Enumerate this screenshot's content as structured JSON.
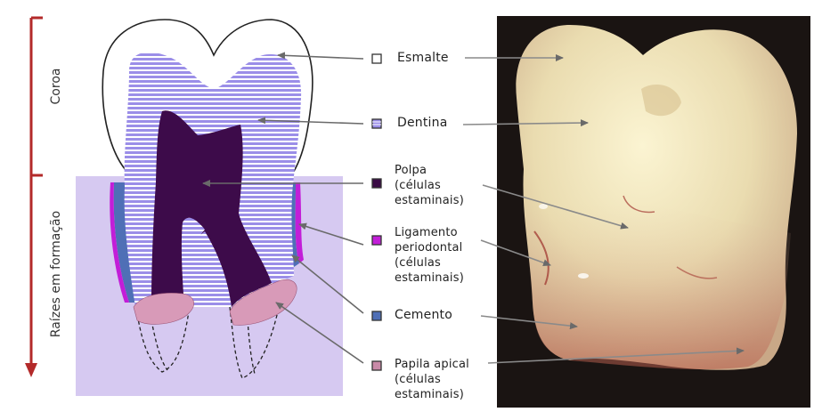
{
  "side_labels": {
    "crown": "Coroa",
    "roots": "Raízes em formação"
  },
  "legend": [
    {
      "id": "enamel",
      "lines": [
        "Esmalte"
      ],
      "color": "#ffffff"
    },
    {
      "id": "dentin",
      "lines": [
        "Dentina"
      ],
      "color": "#9b8ee8"
    },
    {
      "id": "pulp",
      "lines": [
        "Polpa",
        "(células",
        "estaminais)"
      ],
      "color": "#3a0a45"
    },
    {
      "id": "ligament",
      "lines": [
        "Ligamento",
        "periodontal",
        "(células",
        "estaminais)"
      ],
      "color": "#c21ed8"
    },
    {
      "id": "cementum",
      "lines": [
        "Cemento"
      ],
      "color": "#4f6fb6"
    },
    {
      "id": "papilla",
      "lines": [
        "Papila apical",
        "(células",
        "estaminais)"
      ],
      "color": "#c98aa8"
    }
  ],
  "colors": {
    "bracket": "#b32a2a",
    "root_zone": "#d6c9f1",
    "dentin": "#9b8ee8",
    "pulp": "#3d0b4a",
    "arrow": "#666666"
  }
}
